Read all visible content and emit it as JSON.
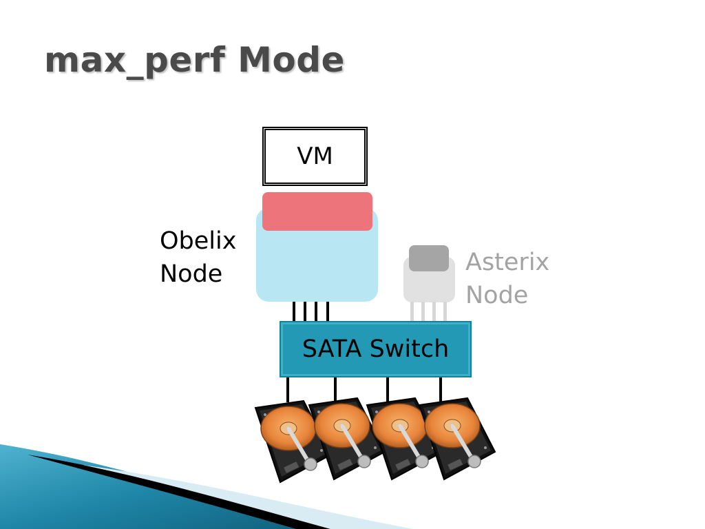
{
  "slide": {
    "title": "max_perf Mode"
  },
  "diagram": {
    "vm_label": "VM",
    "obelix_label_line1": "Obelix",
    "obelix_label_line2": "Node",
    "asterix_label_line1": "Asterix",
    "asterix_label_line2": "Node",
    "switch_label": "SATA Switch",
    "disk_count": 4
  },
  "colors": {
    "obelix_node": "#b9e6f3",
    "obelix_cap": "#ee747b",
    "asterix_node": "#e1e1e1",
    "asterix_cap": "#a5a5a5",
    "sata_switch": "#2499b5",
    "disk_platter": "#e8843a",
    "title": "#4a4a4a",
    "asterix_text": "#a3a3a3"
  },
  "icons": {
    "disk": "hard-drive-icon"
  }
}
